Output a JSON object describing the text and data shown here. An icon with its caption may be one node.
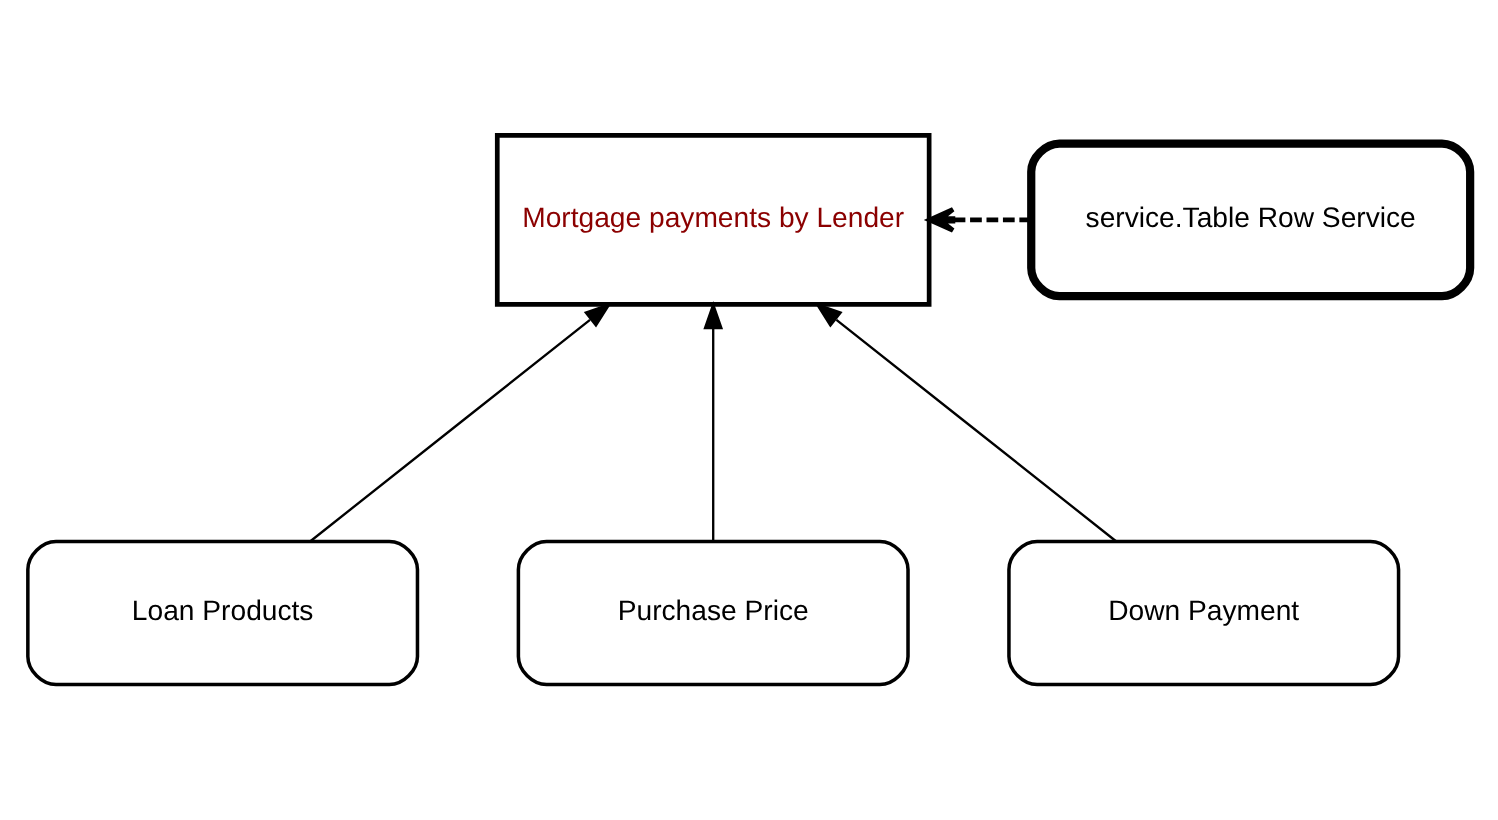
{
  "diagram": {
    "nodes": [
      {
        "text": [
          "Mortgage payments by Lender"
        ]
      },
      {
        "text": [
          "service.Table Row Service"
        ]
      },
      {
        "text": [
          "Loan Products"
        ]
      },
      {
        "text": [
          "Purchase Price"
        ]
      },
      {
        "text": [
          "Down Payment"
        ]
      }
    ],
    "edges": [
      {
        "from": 1,
        "to": 0,
        "arrow": "to",
        "style": "dashed"
      },
      {
        "from": 2,
        "to": 0,
        "arrow": "to"
      },
      {
        "from": 3,
        "to": 0,
        "arrow": "to"
      },
      {
        "from": 4,
        "to": 0,
        "arrow": "to"
      }
    ]
  }
}
